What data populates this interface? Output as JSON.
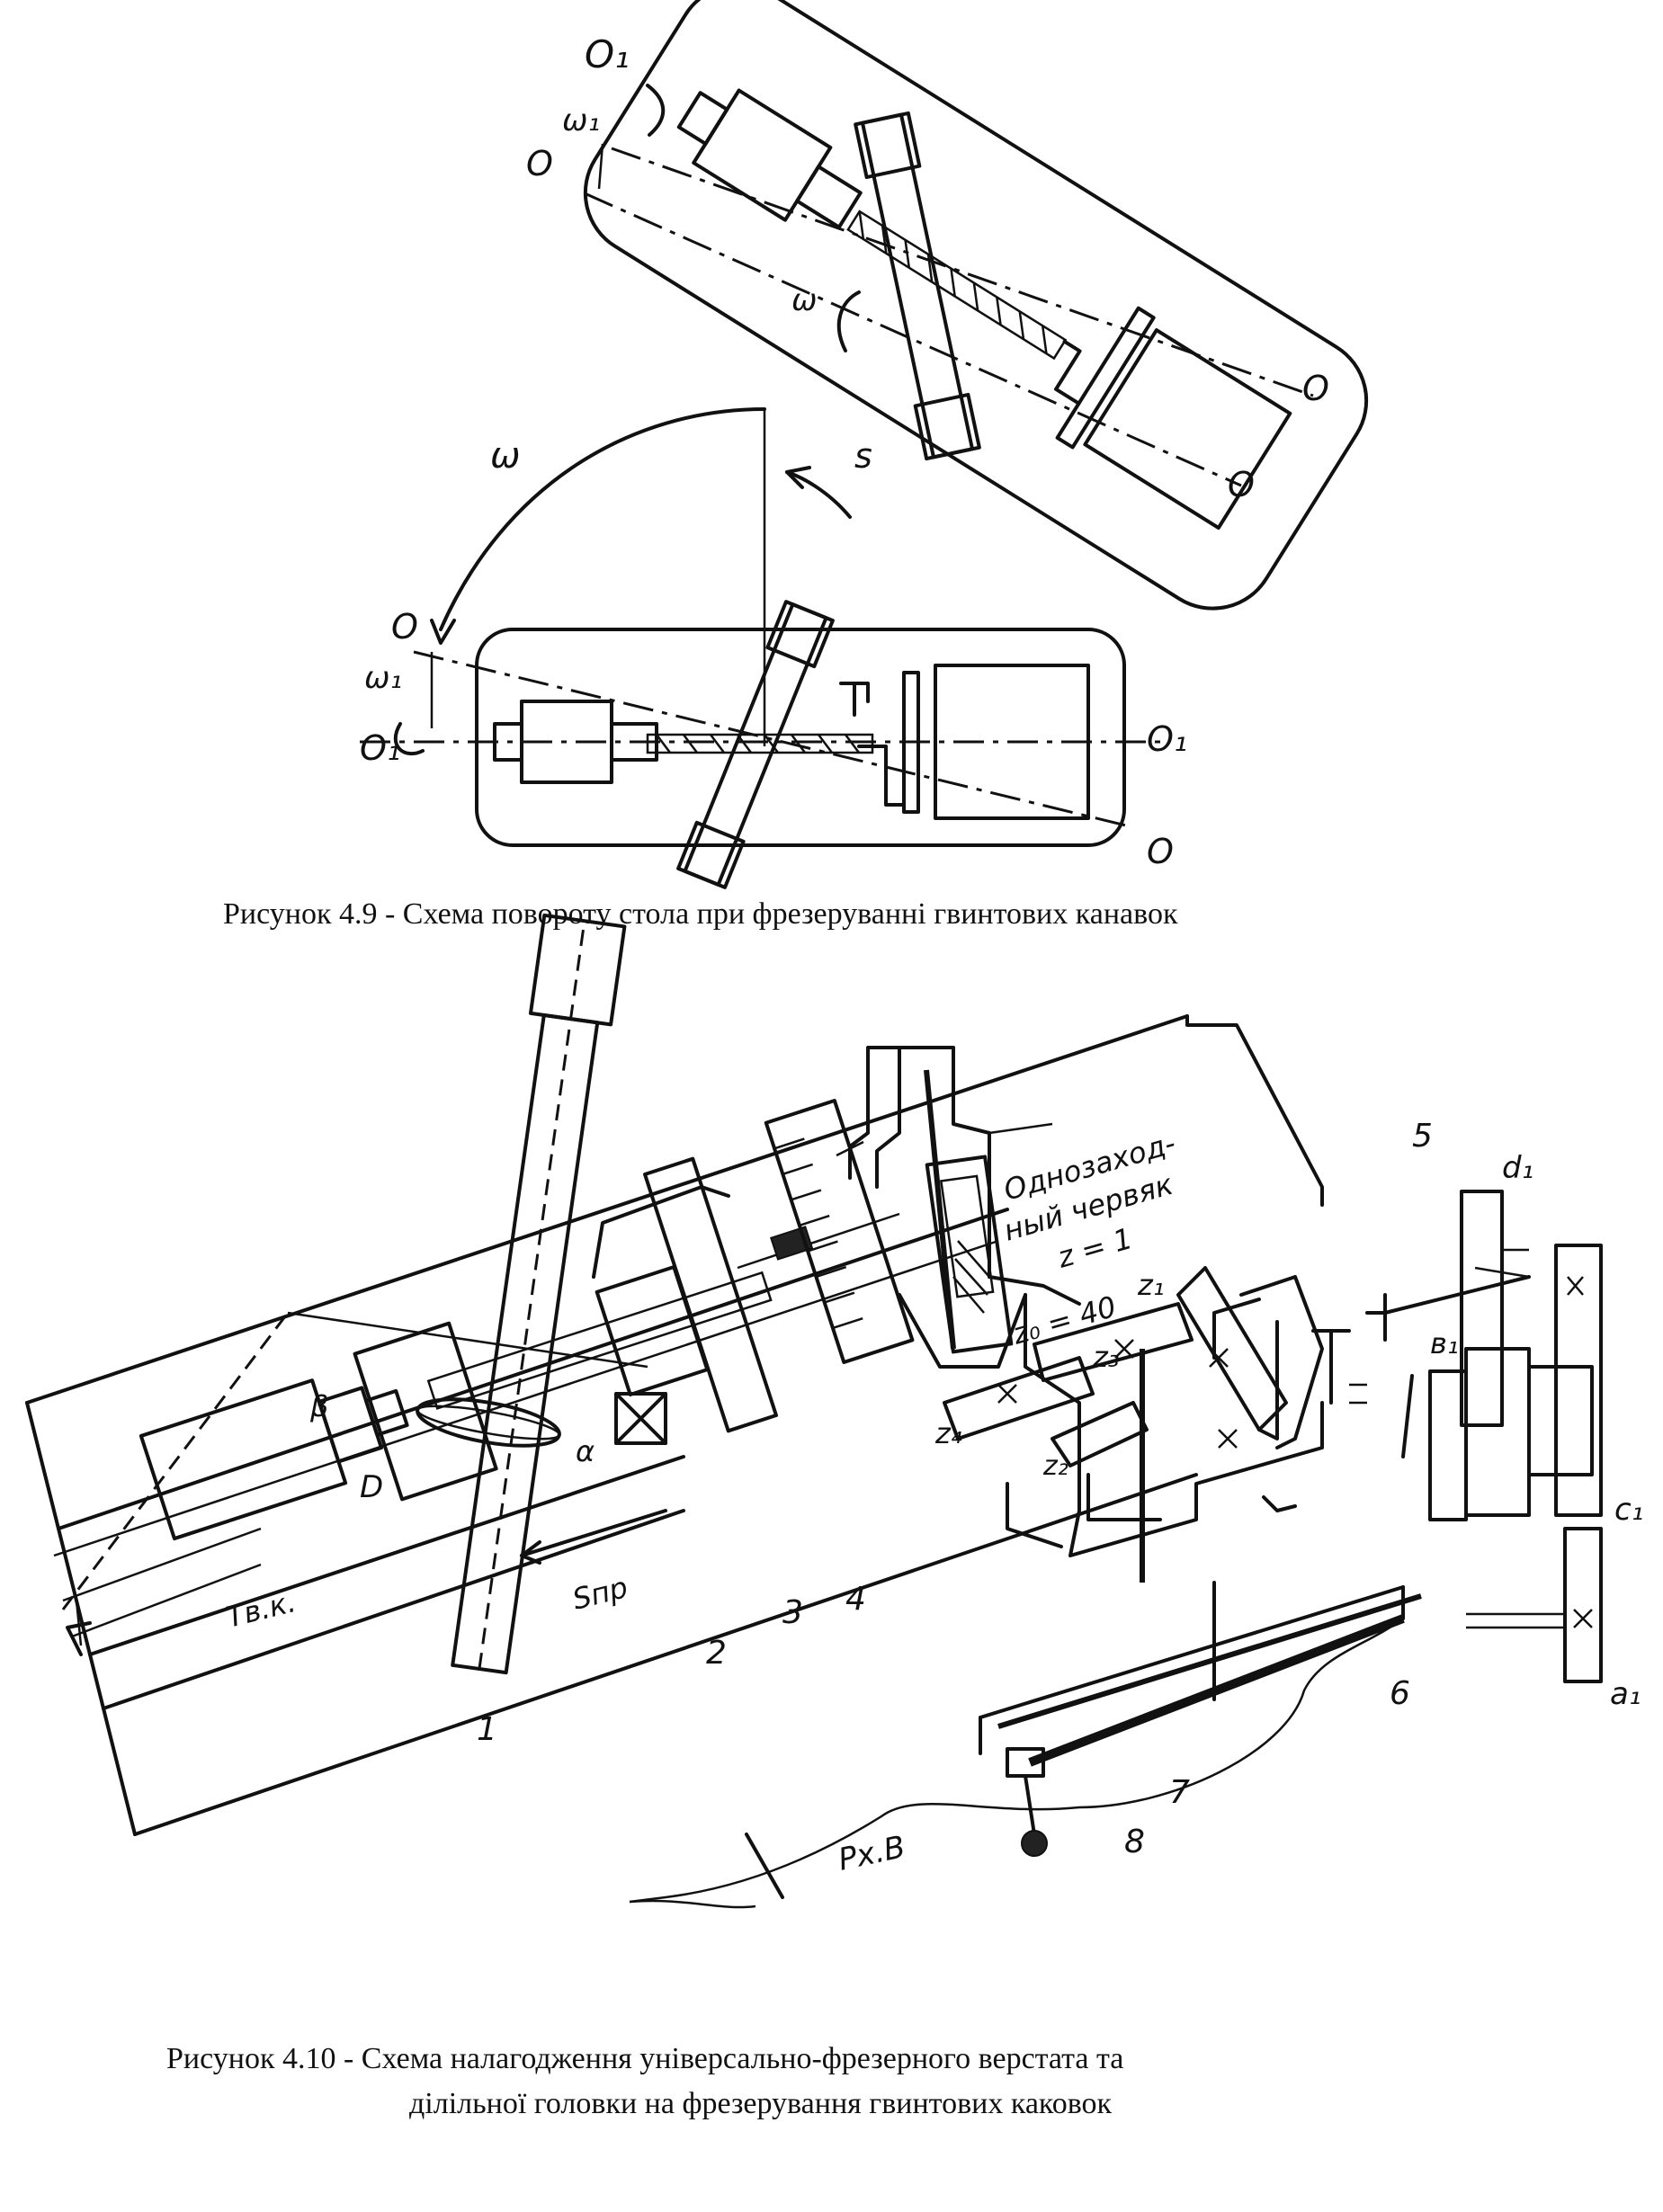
{
  "figure1": {
    "caption": "Рисунок 4.9 - Схема повороту стола при фрезеруванні гвинтових канавок",
    "labels": {
      "o1_top": "O₁",
      "omega1_top": "ω₁",
      "o_top": "O",
      "omega_top_inner": "ω",
      "o_right_top": "O",
      "o_right_mid": "O",
      "omega_arc": "ω",
      "s": "s",
      "o_left": "O",
      "omega1_left": "ω₁",
      "o1_left": "O₁",
      "o1_right": "O₁",
      "o_bottom_right": "O"
    }
  },
  "figure2": {
    "caption_line1": "Рисунок 4.10 - Схема  налагодження універсально-фрезерного верстата та",
    "caption_line2": "ділільної головки на фрезерування гвинтових каковок",
    "labels": {
      "worm_text_1": "Однозаход-",
      "worm_text_2": "ный червяк",
      "worm_z": "z = 1",
      "z0": "z₀ = 40",
      "z1": "z₁",
      "z3": "z₃",
      "z4": "z₄",
      "z2": "z₂",
      "n5": "5",
      "d1": "d₁",
      "b1": "в₁",
      "c1": "c₁",
      "a1": "a₁",
      "beta": "β",
      "alpha": "α",
      "D": "D",
      "tvk": "Tв.к.",
      "spr": "Sпр",
      "n1": "1",
      "n2": "2",
      "n3": "3",
      "n4": "4",
      "n6": "6",
      "n7": "7",
      "n8": "8",
      "rxv": "Px.B"
    }
  }
}
